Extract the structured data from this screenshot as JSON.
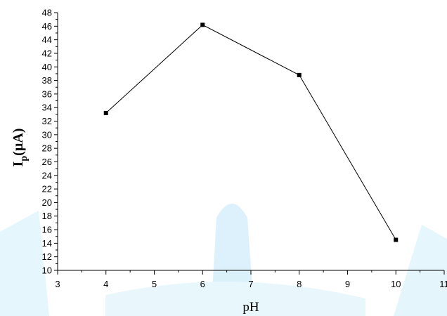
{
  "chart_data": {
    "type": "line",
    "x": [
      4,
      6,
      8,
      10
    ],
    "y": [
      33.2,
      46.2,
      38.8,
      14.5
    ],
    "xlabel": "pH",
    "ylabel_main": "I",
    "ylabel_sub": "p",
    "ylabel_rest": "(µA)",
    "xlim": [
      3,
      11
    ],
    "ylim": [
      10,
      48
    ],
    "xticks": [
      3,
      4,
      5,
      6,
      7,
      8,
      9,
      10,
      11
    ],
    "yticks": [
      10,
      12,
      14,
      16,
      18,
      20,
      22,
      24,
      26,
      28,
      30,
      32,
      34,
      36,
      38,
      40,
      42,
      44,
      46,
      48
    ],
    "xtick_labels": [
      "3",
      "4",
      "5",
      "6",
      "7",
      "8",
      "9",
      "10",
      "11"
    ],
    "ytick_labels": [
      "10",
      "12",
      "14",
      "16",
      "18",
      "20",
      "22",
      "24",
      "26",
      "28",
      "30",
      "32",
      "34",
      "36",
      "38",
      "40",
      "42",
      "44",
      "46",
      "48"
    ],
    "grid": false,
    "marker": "square",
    "colors": {
      "line": "#000000",
      "marker": "#000000",
      "watermark": "#bfe6f7"
    }
  }
}
